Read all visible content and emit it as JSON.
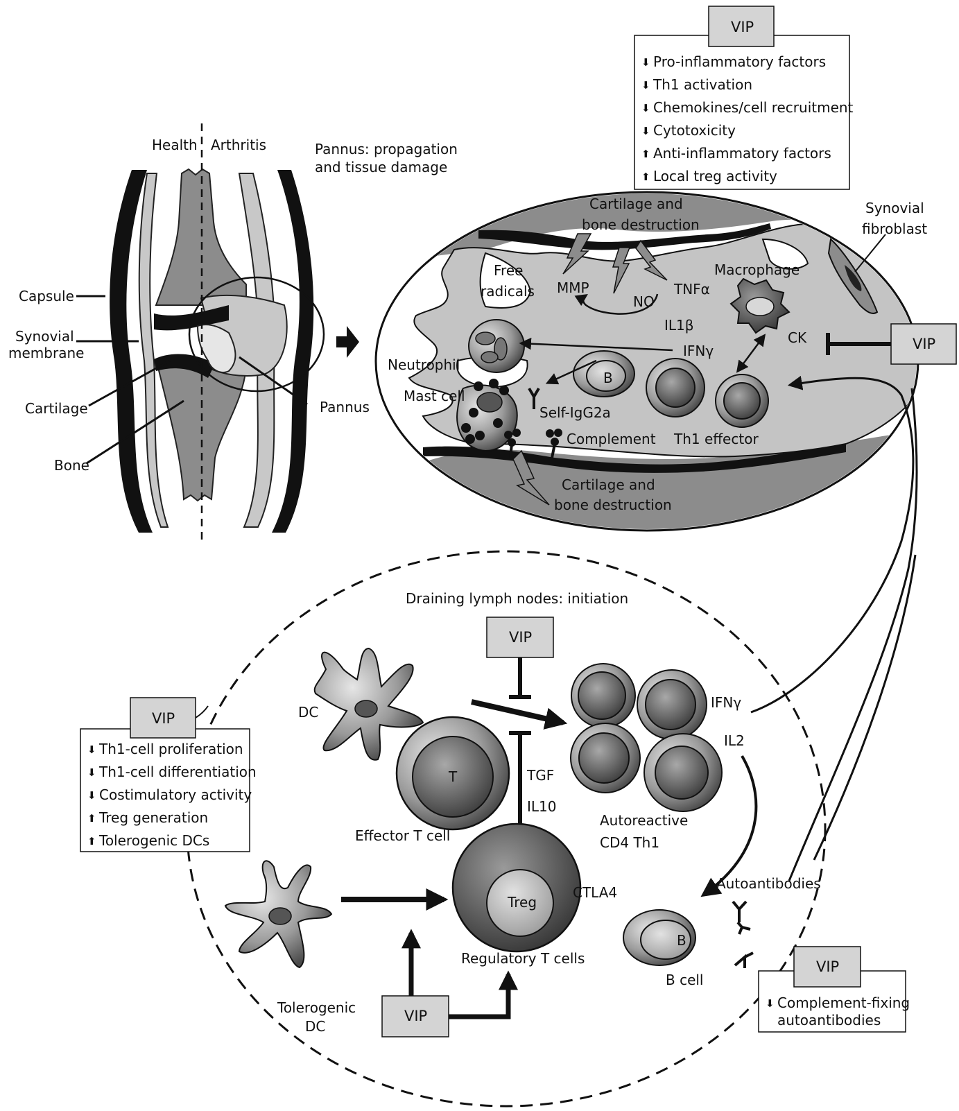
{
  "joint": {
    "health": "Health",
    "arthritis": "Arthritis",
    "capsule": "Capsule",
    "synovial_membrane_1": "Synovial",
    "synovial_membrane_2": "membrane",
    "cartilage": "Cartilage",
    "bone": "Bone",
    "pannus": "Pannus"
  },
  "pannus_title": {
    "line1": "Pannus: propagation",
    "line2": "and tissue damage"
  },
  "vip_top": {
    "label": "VIP",
    "effects": [
      {
        "dir": "down",
        "text": "Pro-inflammatory factors"
      },
      {
        "dir": "down",
        "text": "Th1 activation"
      },
      {
        "dir": "down",
        "text": "Chemokines/cell recruitment"
      },
      {
        "dir": "down",
        "text": "Cytotoxicity"
      },
      {
        "dir": "up",
        "text": "Anti-inflammatory factors"
      },
      {
        "dir": "up",
        "text": "Local treg activity"
      }
    ]
  },
  "synovium": {
    "cartilage_top_1": "Cartilage and",
    "cartilage_top_2": "bone destruction",
    "synovial_fibroblast_1": "Synovial",
    "synovial_fibroblast_2": "fibroblast",
    "free_1": "Free",
    "free_2": "radicals",
    "mmp": "MMP",
    "no": "NO",
    "tnfa": "TNFα",
    "macrophage": "Macrophage",
    "il1b": "IL1β",
    "ifng": "IFNγ",
    "ck": "CK",
    "vip_side": "VIP",
    "neutrophil": "Neutrophil",
    "b": "B",
    "mast_cell": "Mast cell",
    "self_igg2a": "Self-IgG2a",
    "complement": "Complement",
    "th1_effector": "Th1 effector",
    "cartilage_bottom_1": "Cartilage and",
    "cartilage_bottom_2": "bone destruction"
  },
  "lymph": {
    "title": "Draining lymph nodes: initiation",
    "vip_center": "VIP",
    "dc": "DC",
    "t": "T",
    "tgf": "TGF",
    "il10": "IL10",
    "effector_t_cell": "Effector T cell",
    "ifng": "IFNγ",
    "il2": "IL2",
    "autoreactive_1": "Autoreactive",
    "autoreactive_2": "CD4 Th1",
    "treg": "Treg",
    "ctla4": "CTLA4",
    "regulatory_t_cells": "Regulatory T cells",
    "tolerogenic_1": "Tolerogenic",
    "tolerogenic_2": "DC",
    "vip_bottom": "VIP",
    "autoantibodies": "Autoantibodies",
    "b": "B",
    "b_cell": "B cell"
  },
  "vip_left": {
    "label": "VIP",
    "effects": [
      {
        "dir": "down",
        "text": "Th1-cell proliferation"
      },
      {
        "dir": "down",
        "text": "Th1-cell differentiation"
      },
      {
        "dir": "down",
        "text": "Costimulatory activity"
      },
      {
        "dir": "up",
        "text": "Treg generation"
      },
      {
        "dir": "up",
        "text": "Tolerogenic DCs"
      }
    ]
  },
  "vip_right": {
    "label": "VIP",
    "effect_dir": "down",
    "effect_1": "Complement-fixing",
    "effect_2": "autoantibodies"
  },
  "colors": {
    "bone": "#8c8c8c",
    "cartilage": "#c8c8c8",
    "vip_box": "#d4d4d4",
    "synovium": "#c4c4c4",
    "black": "#111111"
  }
}
